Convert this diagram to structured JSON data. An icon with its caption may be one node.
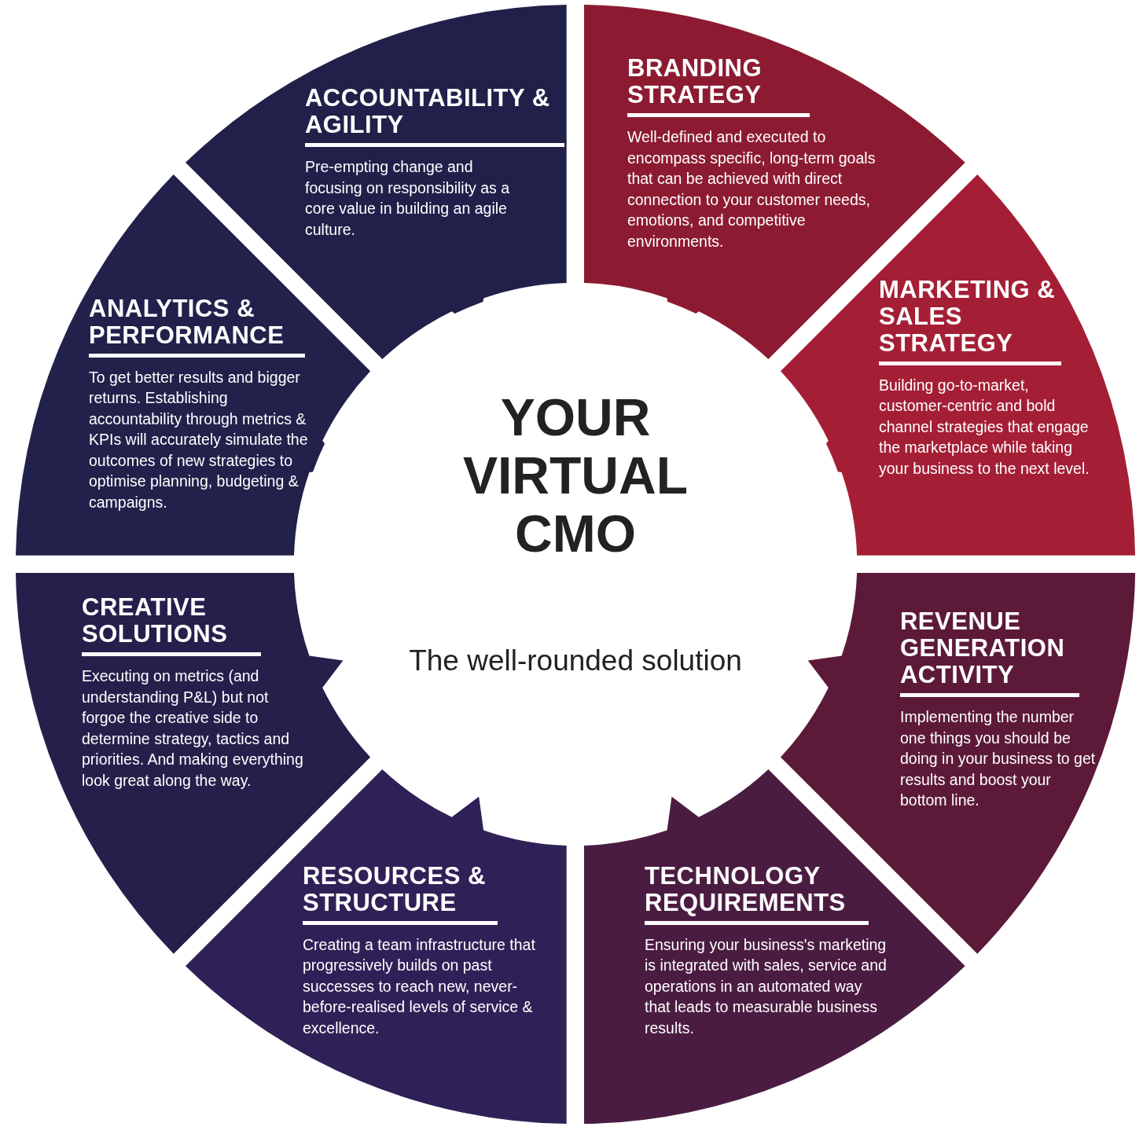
{
  "diagram": {
    "nodes": [
      {
        "text": [
          "ACCOUNTABILITY & AGILITY",
          "Pre-empting change and focusing on responsibility as a core value in building an agile culture."
        ]
      },
      {
        "text": [
          "BRANDING STRATEGY",
          "Well-defined and executed to encompass specific, long-term goals that can be achieved with direct connection to your customer needs, emotions, and competitive environments."
        ]
      },
      {
        "text": [
          "ANALYTICS & PERFORMANCE",
          "To get better results and bigger returns. Establishing accountability through metrics & KPIs will accurately simulate the outcomes of new strategies to optimise planning, budgeting & campaigns."
        ]
      },
      {
        "text": [
          "MARKETING & SALES STRATEGY",
          "Building go-to-market, customer-centric and bold channel strategies that engage the marketplace while taking your business to the next level."
        ]
      },
      {
        "text": [
          "YOUR VIRTUAL CMO",
          "The well-rounded solution"
        ]
      },
      {
        "text": [
          "CREATIVE SOLUTIONS",
          "Executing on metrics (and understanding P&L) but not forgoe the creative side to determine strategy, tactics and priorities. And making everything look great along the way."
        ]
      },
      {
        "text": [
          "REVENUE GENERATION ACTIVITY",
          "Implementing the number one things you should be doing in your business to get results and boost your bottom line."
        ]
      },
      {
        "text": [
          "RESOURCES & STRUCTURE",
          "Creating a team infrastructure that progressively builds on past successes to reach new, never-before-realised levels of service & excellence."
        ]
      },
      {
        "text": [
          "TECHNOLOGY REQUIREMENTS",
          "Ensuring your business's marketing is integrated with sales, service and operations in an automated way that leads to measurable business results."
        ]
      }
    ]
  }
}
